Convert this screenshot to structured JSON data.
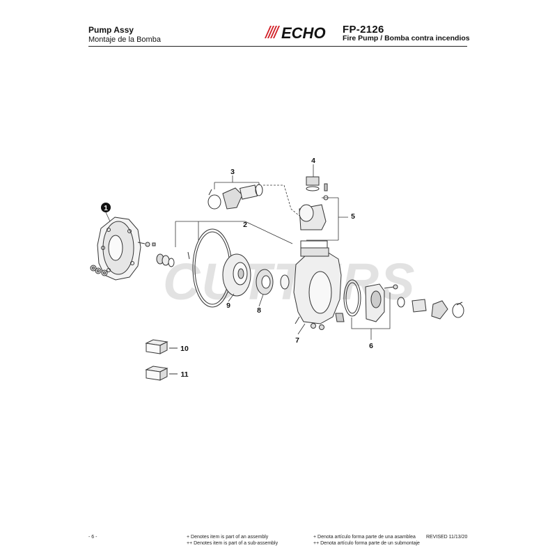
{
  "header": {
    "title": "Pump Assy",
    "subtitle": "Montaje de la Bomba",
    "brand": "ECHO",
    "model": "FP-2126",
    "model_description": "Fire Pump / Bomba contra incendios"
  },
  "watermark": "CUTTERS",
  "callouts": {
    "c1": "1",
    "c2": "2",
    "c3": "3",
    "c4": "4",
    "c5": "5",
    "c6": "6",
    "c7": "7",
    "c8": "8",
    "c9": "9",
    "c10": "10",
    "c11": "11"
  },
  "footer": {
    "page": "- 6 -",
    "note_assembly_en": "+ Denotes item is part of an assembly",
    "note_subassembly_en": "++ Denotes item is part of a sub-assembly",
    "note_assembly_es": "+ Denota artículo forma parte de una asamblea",
    "note_subassembly_es": "++ Denota artículo forma parte de un submontaje",
    "revised": "REVISED 11/13/20"
  },
  "colors": {
    "brand_red": "#d22027",
    "ink": "#222222"
  }
}
